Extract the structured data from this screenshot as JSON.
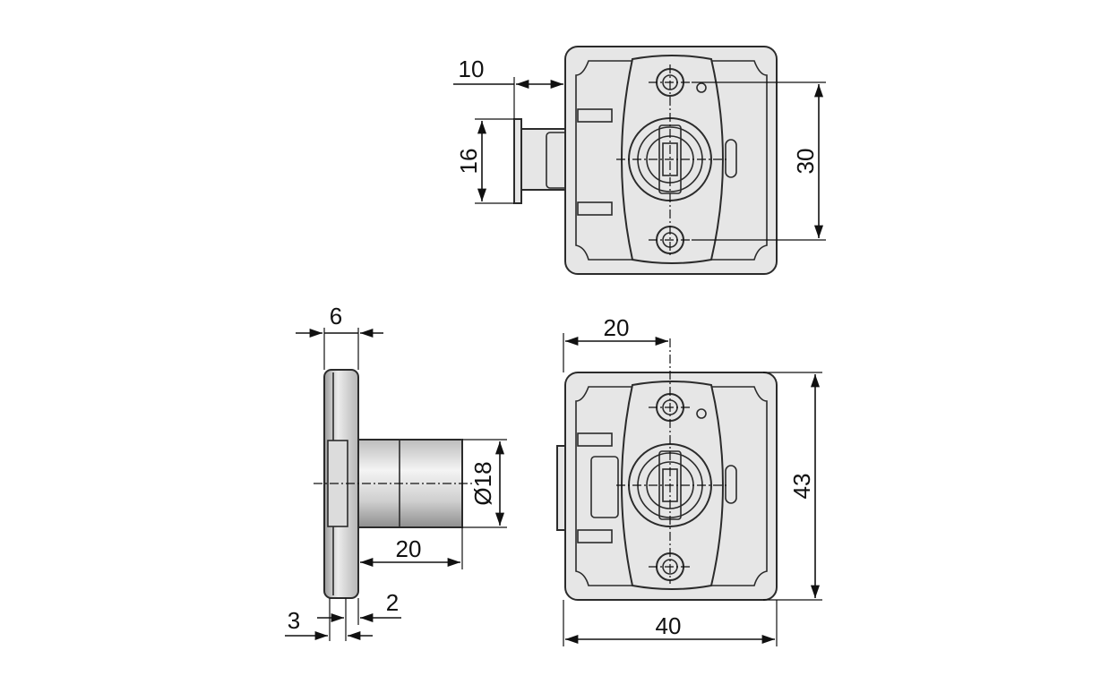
{
  "dimensions": {
    "top_view": {
      "offset": "10",
      "tongue_height": "16",
      "hole_spacing": "30"
    },
    "side_view": {
      "flange_thickness": "6",
      "cylinder_diameter": "Ø18",
      "cylinder_length": "20",
      "thickness_a": "3",
      "thickness_b": "2"
    },
    "front_view": {
      "center_offset": "20",
      "height": "43",
      "width": "40"
    }
  },
  "colors": {
    "body_fill": "#e6e6e6",
    "outline": "#2b2b2b",
    "dimension": "#111111"
  }
}
